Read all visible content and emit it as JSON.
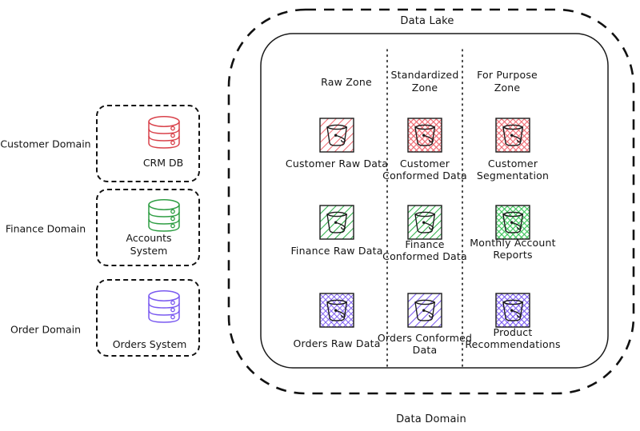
{
  "diagram": {
    "title": "Data Lake",
    "footer": "Data Domain",
    "colors": {
      "customer": "#e8636b",
      "finance": "#2f9e44",
      "order": "#7a5af0",
      "outline": "#111111"
    }
  },
  "sources": {
    "domains": [
      {
        "label": "Customer Domain",
        "system": "CRM DB",
        "color": "#d9424b",
        "icon": "database-icon"
      },
      {
        "label": "Finance Domain",
        "system": "Accounts\nSystem",
        "color": "#2f9e44",
        "icon": "database-icon"
      },
      {
        "label": "Order Domain",
        "system": "Orders System",
        "color": "#7a5af0",
        "icon": "database-icon"
      }
    ]
  },
  "lake": {
    "title": "Data Lake",
    "zones": [
      {
        "label": "Raw Zone"
      },
      {
        "label": "Standardized\nZone"
      },
      {
        "label": "For Purpose\nZone"
      }
    ],
    "rows": [
      {
        "domain": "Customer",
        "color": "#e8636b",
        "assets": [
          {
            "label": "Customer Raw Data",
            "icon": "bucket-icon"
          },
          {
            "label": "Customer\nConformed Data",
            "icon": "bucket-icon"
          },
          {
            "label": "Customer\nSegmentation",
            "icon": "bucket-icon"
          }
        ]
      },
      {
        "domain": "Finance",
        "color": "#2f9e44",
        "assets": [
          {
            "label": "Finance Raw Data",
            "icon": "bucket-icon"
          },
          {
            "label": "Finance\nConformed Data",
            "icon": "bucket-icon"
          },
          {
            "label": "Monthly Account\nReports",
            "icon": "bucket-icon"
          }
        ]
      },
      {
        "domain": "Orders",
        "color": "#7a5af0",
        "assets": [
          {
            "label": "Orders Raw Data",
            "icon": "bucket-icon"
          },
          {
            "label": "Orders Conformed\nData",
            "icon": "bucket-icon"
          },
          {
            "label": "Product\nRecommendations",
            "icon": "bucket-icon"
          }
        ]
      }
    ]
  }
}
